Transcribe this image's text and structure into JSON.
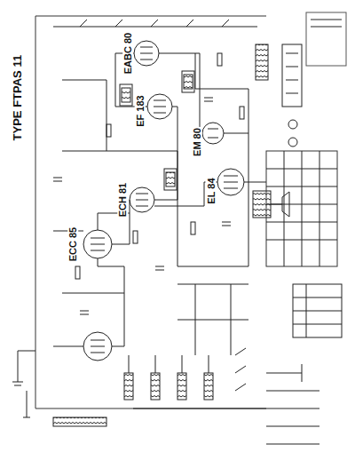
{
  "diagram": {
    "title": "TYPE FTPAS 11",
    "labels": [
      "ECC 85",
      "ECH 81",
      "EF 183",
      "EABC 80",
      "EM 80",
      "EL 84"
    ]
  }
}
